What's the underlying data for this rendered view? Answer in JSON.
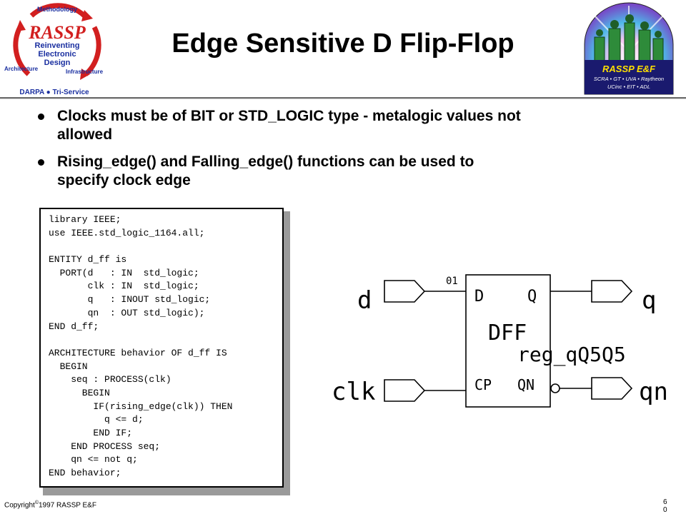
{
  "header": {
    "title": "Edge Sensitive D Flip-Flop",
    "logo_left": {
      "methodology": "Methodology",
      "rassp": "RASSP",
      "line1": "Reinventing",
      "line2": "Electronic",
      "line3": "Design",
      "architecture": "Architecture",
      "infrastructure": "Infrastructure",
      "sponsor": "DARPA ● Tri-Service"
    },
    "logo_right": {
      "title": "RASSP E&F",
      "line1": "SCRA • GT • UVA • Raytheon",
      "line2": "UCinc • EIT • ADL"
    }
  },
  "bullets": [
    {
      "line1": "Clocks must be of BIT or STD_LOGIC type - metalogic values not",
      "line2": "allowed"
    },
    {
      "line1": "Rising_edge() and Falling_edge() functions can be used to",
      "line2": "specify clock edge"
    }
  ],
  "code": [
    "library IEEE;",
    "use IEEE.std_logic_1164.all;",
    "",
    "ENTITY d_ff is",
    "  PORT(d   : IN  std_logic;",
    "       clk : IN  std_logic;",
    "       q   : INOUT std_logic;",
    "       qn  : OUT std_logic);",
    "END d_ff;",
    "",
    "ARCHITECTURE behavior OF d_ff IS",
    "  BEGIN",
    "    seq : PROCESS(clk)",
    "      BEGIN",
    "        IF(rising_edge(clk)) THEN",
    "          q <= d;",
    "        END IF;",
    "    END PROCESS seq;",
    "    qn <= not q;",
    "END behavior;"
  ],
  "schematic": {
    "instance": "01",
    "cell": "DFF",
    "pin_d": "D",
    "pin_q": "Q",
    "pin_cp": "CP",
    "pin_qn": "QN",
    "register": "reg_qQ5Q5",
    "port_d": "d",
    "port_clk": "clk",
    "port_q": "q",
    "port_qn": "qn"
  },
  "footer": {
    "copyright_prefix": "Copyright",
    "copyright_symbol": "©",
    "copyright_rest": "1997 RASSP E&F",
    "page_line1": "6",
    "page_line2": "0"
  },
  "colors": {
    "logo_red": "#d21f1f",
    "logo_blue": "#1a2fa0",
    "badge_bg": "#1a1a6e",
    "badge_text": "#ffe000"
  }
}
